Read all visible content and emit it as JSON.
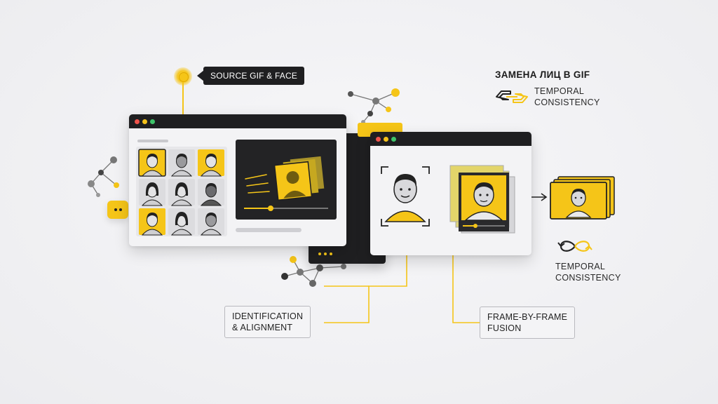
{
  "title": "ЗАМЕНА ЛИЦ В GIF",
  "labels": {
    "source": "SOURCE GIF & FACE",
    "temporal_top": "TEMPORAL\nCONSISTENCY",
    "temporal_bottom": "TEMPORAL\nCONSISTENCY",
    "identification": "IDENTIFICATION\n& ALIGNMENT",
    "fusion": "FRAME-BY-FRAME\nFUSION"
  },
  "colors": {
    "accent": "#f5c518",
    "dark": "#1f1f21",
    "window_bg": "#f3f3f5"
  },
  "icons": [
    "link-icon",
    "infinity-icon",
    "face-icon",
    "chat-bubble-icon",
    "network-icon"
  ]
}
